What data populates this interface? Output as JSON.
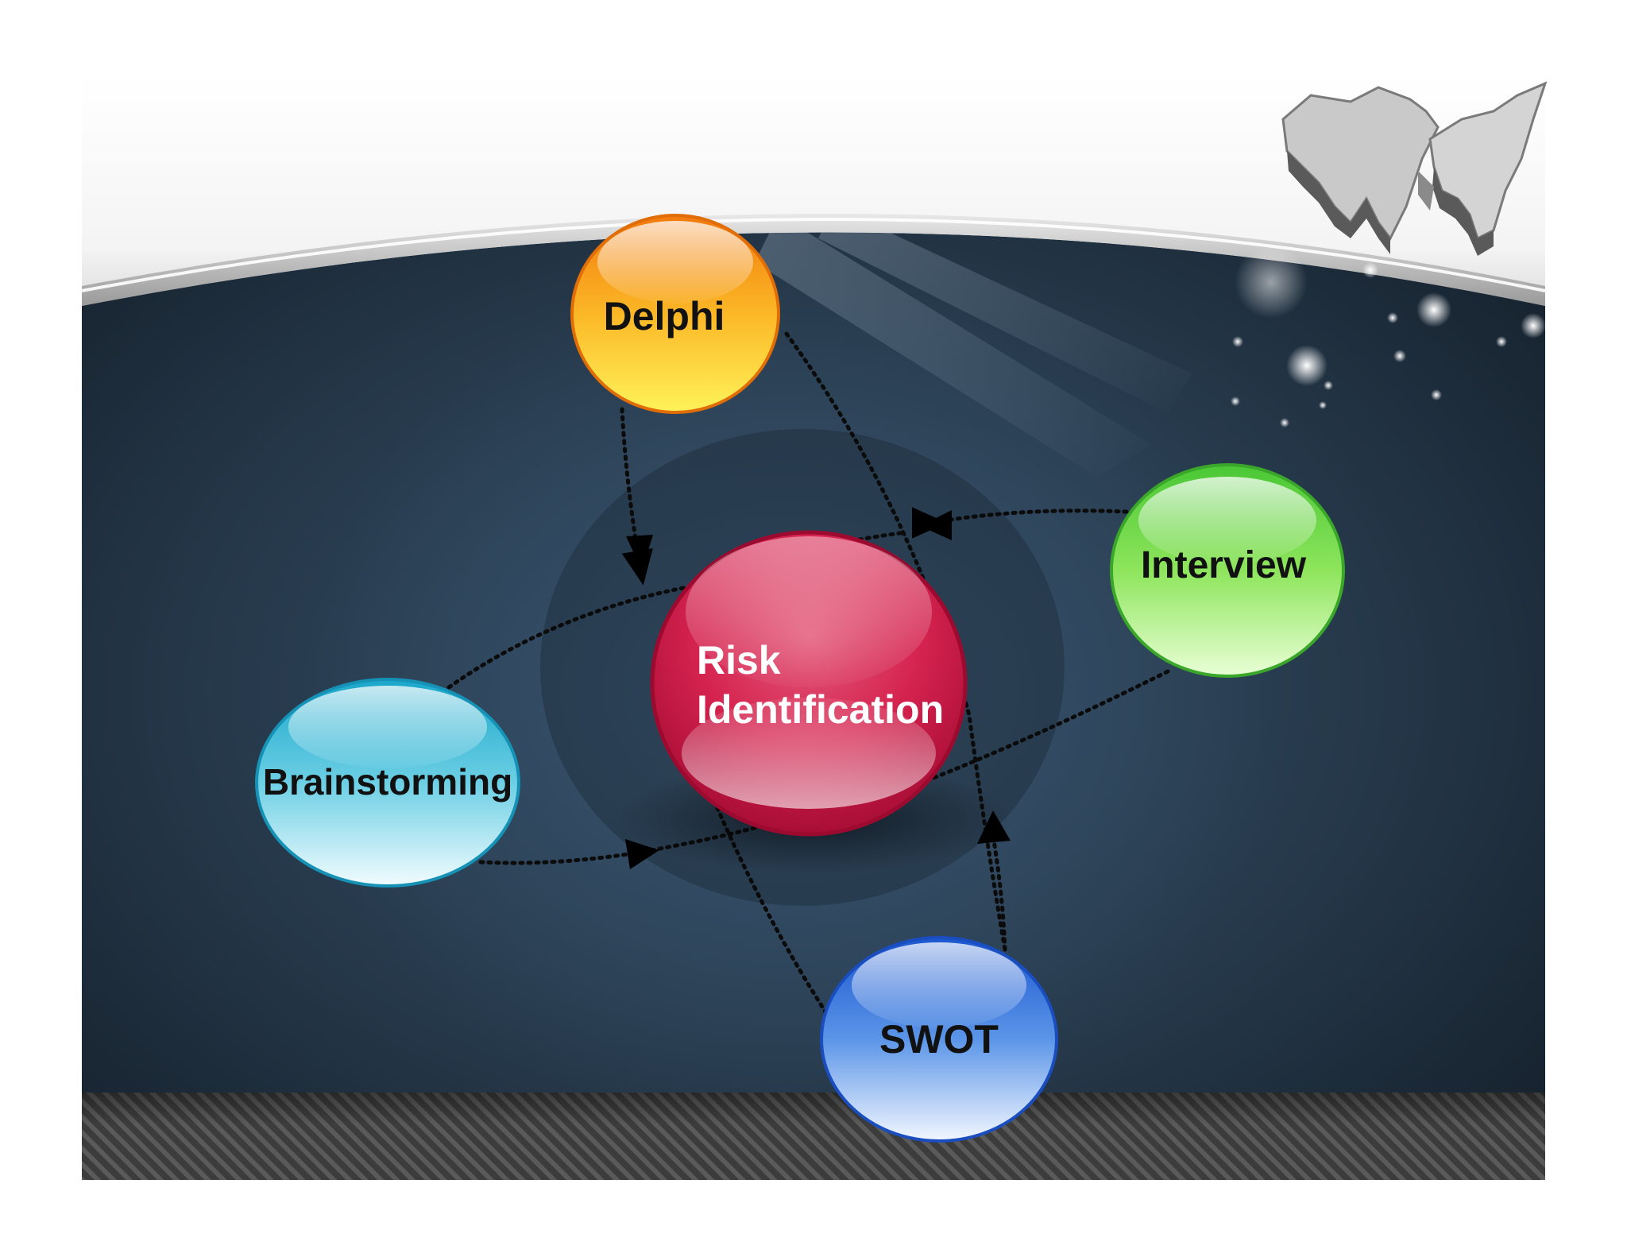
{
  "diagram": {
    "center": {
      "label_line1": "Risk",
      "label_line2": "Identification"
    },
    "nodes": {
      "delphi": "Delphi",
      "interview": "Interview",
      "brainstorming": "Brainstorming",
      "swot": "SWOT"
    }
  },
  "colors": {
    "panel_dark": "#1f3244",
    "delphi": "#f7a21b",
    "interview": "#6ad84a",
    "brainstorming": "#28b4d2",
    "swot": "#2f6fd9",
    "center": "#d81e4c"
  }
}
